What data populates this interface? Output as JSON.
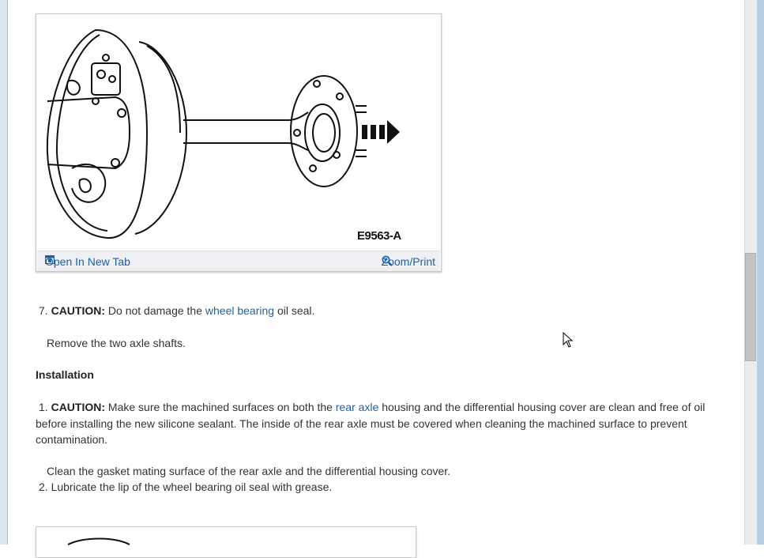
{
  "figure1": {
    "code": "E9563-A",
    "open_tab": "Open In New Tab",
    "zoom": "Zoom/Print"
  },
  "step7": {
    "num": "7.",
    "caution": "CAUTION:",
    "pre": " Do not damage the ",
    "link": "wheel bearing",
    "post": " oil seal.",
    "instruction": "Remove the two axle shafts."
  },
  "installation": {
    "heading": "Installation",
    "step1": {
      "num": "1.",
      "caution": "CAUTION:",
      "line1_pre": " Make sure the machined surfaces on both the ",
      "line1_link": "rear axle",
      "line1_post": " housing and the differential housing cover are clean and free of oil",
      "line2": "before installing the new silicone sealant. The inside of the rear axle must be covered when cleaning the machined surface to prevent",
      "line3": "contamination.",
      "instruction": "Clean the gasket mating surface of the rear axle and the differential housing cover."
    },
    "step2": {
      "num": "2.",
      "text": "Lubricate the lip of the wheel bearing oil seal with grease."
    }
  }
}
